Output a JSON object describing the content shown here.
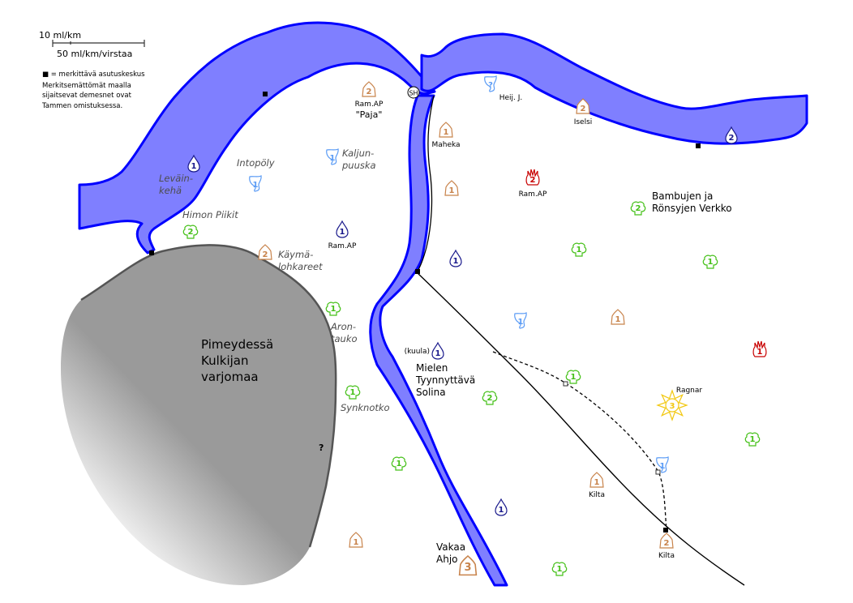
{
  "legend": {
    "scale_small": "10 ml/km",
    "scale_large": "50 ml/km/virstaa",
    "settlement_key": "■ = merkittävä asutuskeskus",
    "note_lines": [
      "Merkitsemättömät maalla",
      "sijaitsevat demesnet ovat",
      "Tammen omistuksessa."
    ]
  },
  "colors": {
    "river_fill": "#7f7fff",
    "river_stroke": "#0000ff",
    "shadow_region": "#999999",
    "earth": "#c8834b",
    "water": "#1a1a8c",
    "air": "#5a9bf5",
    "fire": "#c80000",
    "wood": "#44c017",
    "sun": "#f2c811"
  },
  "region": {
    "name_lines": [
      "Pimeydessä",
      "Kulkijan",
      "varjomaa"
    ],
    "unknown_marker": "?"
  },
  "places": [
    {
      "name_lines": [
        "Leväin-",
        "kehä"
      ],
      "italic": true
    },
    {
      "name_lines": [
        "Intopöly"
      ],
      "italic": true
    },
    {
      "name_lines": [
        "Kaljun-",
        "puuska"
      ],
      "italic": true
    },
    {
      "name_lines": [
        "Himon Piikit"
      ],
      "italic": true
    },
    {
      "name_lines": [
        "Käymä-",
        "lohkareet"
      ],
      "italic": true
    },
    {
      "name_lines": [
        "Aron-",
        "tauko"
      ],
      "italic": true
    },
    {
      "name_lines": [
        "Synknotko"
      ],
      "italic": true
    },
    {
      "name_lines": [
        "Mielen",
        "Tyynnyttävä",
        "Solina"
      ],
      "italic": false
    },
    {
      "name_lines": [
        "Bambujen ja",
        "Rönsyjen Verkko"
      ],
      "italic": false
    },
    {
      "name_lines": [
        "Vakaa",
        "Ahjo"
      ],
      "italic": false
    }
  ],
  "demesnes": [
    {
      "type": "water",
      "level": "1",
      "label": ""
    },
    {
      "type": "air",
      "level": "1",
      "label": ""
    },
    {
      "type": "air",
      "level": "1",
      "label": ""
    },
    {
      "type": "wood",
      "level": "2",
      "label": ""
    },
    {
      "type": "earth",
      "level": "2",
      "label": ""
    },
    {
      "type": "water",
      "level": "1",
      "label": "Ram.AP"
    },
    {
      "type": "earth",
      "level": "2",
      "label": "Ram.AP"
    },
    {
      "type": "air",
      "level": "?",
      "label": "Heij. J."
    },
    {
      "type": "earth",
      "level": "2",
      "label": "Iselsi"
    },
    {
      "type": "water",
      "level": "2",
      "label": ""
    },
    {
      "type": "earth",
      "level": "1",
      "label": "Maheka"
    },
    {
      "type": "earth",
      "level": "1",
      "label": ""
    },
    {
      "type": "fire",
      "level": "2",
      "label": "Ram.AP"
    },
    {
      "type": "wood",
      "level": "2",
      "label": ""
    },
    {
      "type": "water",
      "level": "1",
      "label": ""
    },
    {
      "type": "wood",
      "level": "1",
      "label": ""
    },
    {
      "type": "wood",
      "level": "1",
      "label": ""
    },
    {
      "type": "wood",
      "level": "1",
      "label": ""
    },
    {
      "type": "air",
      "level": "1",
      "label": ""
    },
    {
      "type": "earth",
      "level": "1",
      "label": ""
    },
    {
      "type": "fire",
      "level": "1",
      "label": ""
    },
    {
      "type": "water",
      "level": "1",
      "label": "(kuula)"
    },
    {
      "type": "wood",
      "level": "1",
      "label": ""
    },
    {
      "type": "wood",
      "level": "2",
      "label": ""
    },
    {
      "type": "wood",
      "level": "1",
      "label": ""
    },
    {
      "type": "sun",
      "level": "3",
      "label": "Ragnar"
    },
    {
      "type": "wood",
      "level": "1",
      "label": ""
    },
    {
      "type": "wood",
      "level": "1",
      "label": ""
    },
    {
      "type": "air",
      "level": "1",
      "label": ""
    },
    {
      "type": "earth",
      "level": "1",
      "label": "Kilta"
    },
    {
      "type": "water",
      "level": "1",
      "label": ""
    },
    {
      "type": "earth",
      "level": "1",
      "label": ""
    },
    {
      "type": "earth",
      "level": "3",
      "label": ""
    },
    {
      "type": "wood",
      "level": "1",
      "label": ""
    },
    {
      "type": "earth",
      "level": "2",
      "label": "Kilta"
    }
  ],
  "extra_labels": {
    "paja": "\"Paja\"",
    "sh_marker": "SH"
  }
}
